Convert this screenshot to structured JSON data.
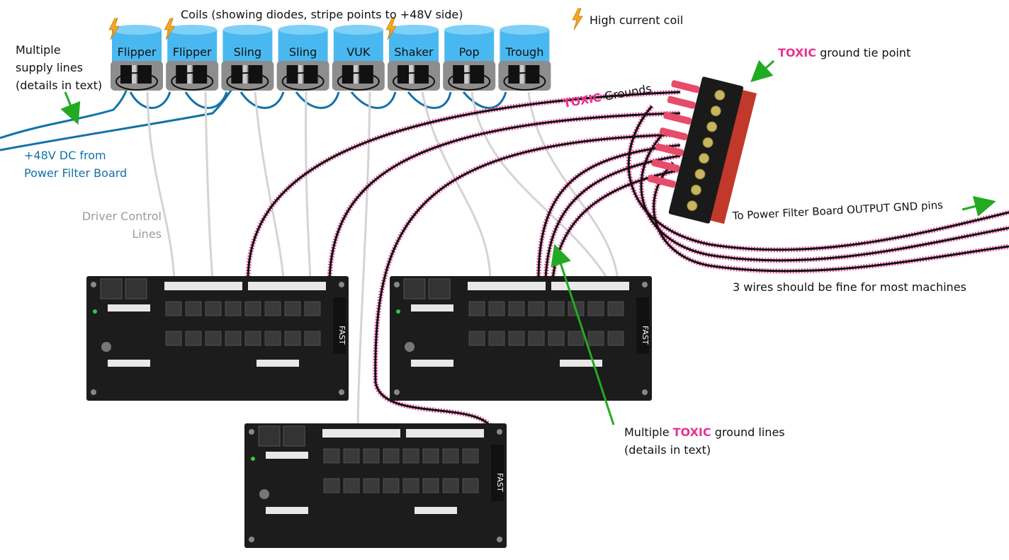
{
  "header": {
    "coils_title": "Coils (showing diodes, stripe points to +48V side)",
    "legend_label": "High current coil"
  },
  "coils": [
    {
      "label": "Flipper",
      "high_current": true
    },
    {
      "label": "Flipper",
      "high_current": true
    },
    {
      "label": "Sling",
      "high_current": false
    },
    {
      "label": "Sling",
      "high_current": false
    },
    {
      "label": "VUK",
      "high_current": false
    },
    {
      "label": "Shaker",
      "high_current": true
    },
    {
      "label": "Pop",
      "high_current": false
    },
    {
      "label": "Trough",
      "high_current": false
    }
  ],
  "labels": {
    "supply_line1": "Multiple",
    "supply_line2": "supply lines",
    "supply_line3": "(details in text)",
    "power_line1": "+48V DC from",
    "power_line2": "Power Filter Board",
    "driver_line1": "Driver Control",
    "driver_line2": "Lines",
    "toxic_word": "TOXIC",
    "tie_point_rest": " ground tie point",
    "grounds_rest": " Grounds",
    "to_filter": "To Power Filter Board OUTPUT GND pins",
    "three_wires": "3 wires should be fine for most machines",
    "multi_toxic_pre": "Multiple ",
    "multi_toxic_post": " ground lines",
    "multi_toxic_line2": "(details in text)"
  },
  "board_brand": "FAST",
  "colors": {
    "coil_blue": "#4ab8f0",
    "supply_blue": "#1272a8",
    "toxic_pink": "#e8318f",
    "arrow_green": "#22aa22",
    "bolt_orange": "#f5a623",
    "control_grey": "#d4d4d4",
    "pcb_black": "#1c1c1c"
  }
}
